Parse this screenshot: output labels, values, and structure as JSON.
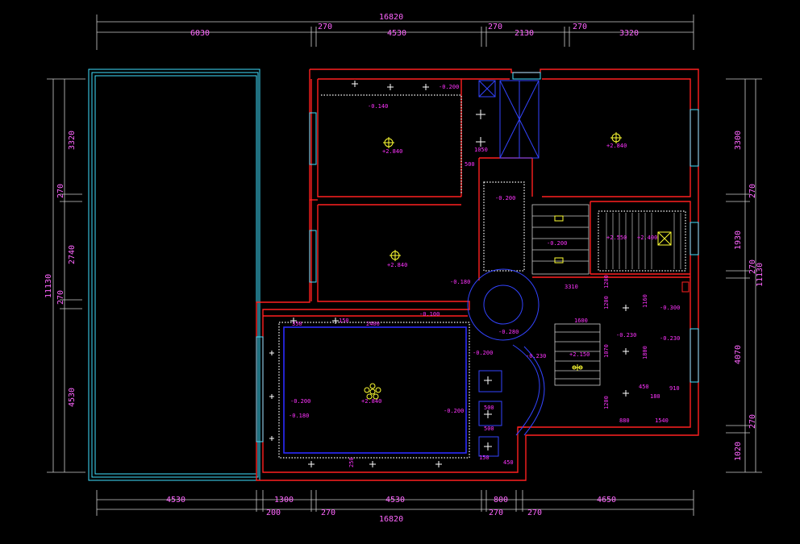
{
  "colors": {
    "background": "#000000",
    "wall": "#ff2020",
    "dimension_text": "#ff66ff",
    "window": "#40e0ff",
    "ceiling_outline": "#ffffff",
    "light_fixture": "#ffff33",
    "ceiling_tray": "#2a2aff"
  },
  "top_dims": {
    "total": "16820",
    "seg1": "6030",
    "seg2": "270",
    "seg3": "4530",
    "seg4": "270",
    "seg5": "2130",
    "seg6": "270",
    "seg7": "3320"
  },
  "bottom_dims": {
    "total": "16820",
    "seg1": "4530",
    "seg2": "1300",
    "seg3": "4530",
    "seg4": "800",
    "seg5": "4650",
    "sub1": "200",
    "sub2": "270",
    "sub3": "270",
    "sub4": "270"
  },
  "left_dims": {
    "total": "11130",
    "seg1": "3320",
    "seg2": "270",
    "seg3": "2740",
    "seg4": "270",
    "seg5": "4530"
  },
  "right_dims": {
    "total": "11130",
    "seg1": "3300",
    "seg2": "270",
    "seg3": "1930",
    "seg4": "270",
    "seg5": "4070",
    "seg6": "270",
    "seg7": "1020"
  },
  "levels": {
    "br1": "+2.840",
    "br2": "+2.840",
    "living": "+2.840",
    "ne": "+2.840",
    "stair": "+2.400",
    "stair2": "+2.550",
    "center": "+2.150",
    "m0140": "-0.140",
    "m0200a": "-0.200",
    "m0200b": "-0.200",
    "m0200c": "-0.200",
    "m0200d": "-0.200",
    "m0200e": "-0.200",
    "m0180a": "-0.180",
    "m0180b": "-0.180",
    "m0100": "-0.100",
    "m0230a": "-0.230",
    "m0230b": "-0.230",
    "m0230c": "-0.230",
    "m0280": "-0.280",
    "m0300": "-0.300",
    "m0200f": "-0.200"
  },
  "inner_dims": {
    "d1050": "1050",
    "d500": "500",
    "d2400": "2400",
    "d350": "350",
    "d150a": "150",
    "d3310": "3310",
    "d1200a": "1200",
    "d1200b": "1200",
    "d1200c": "1200",
    "d1600": "1600",
    "d1160": "1160",
    "d880": "880",
    "d1540": "1540",
    "d180": "180",
    "d450": "450",
    "d910": "910",
    "d1800": "1800",
    "d500b": "500",
    "d500c": "500",
    "d150b": "150",
    "d450b": "450",
    "d1070": "1070",
    "d250": "250"
  }
}
